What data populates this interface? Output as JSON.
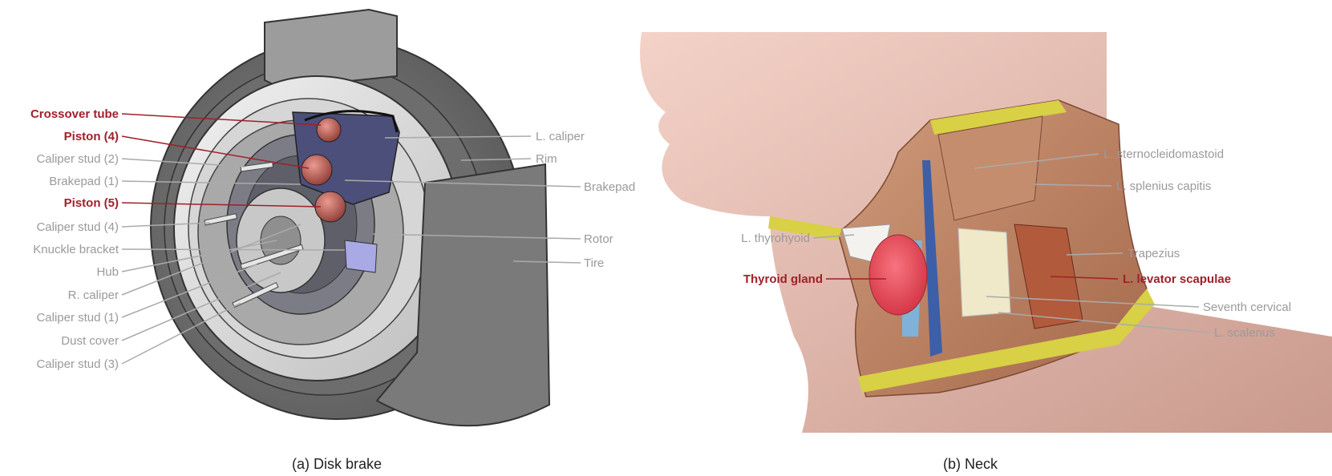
{
  "panels": [
    {
      "caption": "(a) Disk brake",
      "left_labels": [
        {
          "text": "Crossover tube",
          "highlight": true
        },
        {
          "text": "Piston (4)",
          "highlight": true
        },
        {
          "text": "Caliper stud (2)",
          "highlight": false
        },
        {
          "text": "Brakepad (1)",
          "highlight": false
        },
        {
          "text": "Piston (5)",
          "highlight": true
        },
        {
          "text": "Caliper stud (4)",
          "highlight": false
        },
        {
          "text": "Knuckle bracket",
          "highlight": false
        },
        {
          "text": "Hub",
          "highlight": false
        },
        {
          "text": "R. caliper",
          "highlight": false
        },
        {
          "text": "Caliper stud (1)",
          "highlight": false
        },
        {
          "text": "Dust cover",
          "highlight": false
        },
        {
          "text": "Caliper stud (3)",
          "highlight": false
        }
      ],
      "right_labels": [
        {
          "text": "L. caliper",
          "highlight": false
        },
        {
          "text": "Rim",
          "highlight": false
        },
        {
          "text": "Brakepad",
          "highlight": false
        },
        {
          "text": "Rotor",
          "highlight": false
        },
        {
          "text": "Tire",
          "highlight": false
        }
      ]
    },
    {
      "caption": "(b) Neck",
      "left_labels": [
        {
          "text": "L. thyrohyoid",
          "highlight": false
        },
        {
          "text": "Thyroid gland",
          "highlight": true
        }
      ],
      "right_labels": [
        {
          "text": "L. sternocleidomastoid",
          "highlight": false
        },
        {
          "text": "L. splenius capitis",
          "highlight": false
        },
        {
          "text": "Trapezius",
          "highlight": false
        },
        {
          "text": "L. levator scapulae",
          "highlight": true
        },
        {
          "text": "Seventh cervical",
          "highlight": false
        },
        {
          "text": "L. scalenus",
          "highlight": false
        }
      ]
    }
  ],
  "colors": {
    "highlight": "#a0202a",
    "label": "#9a9a9a"
  }
}
